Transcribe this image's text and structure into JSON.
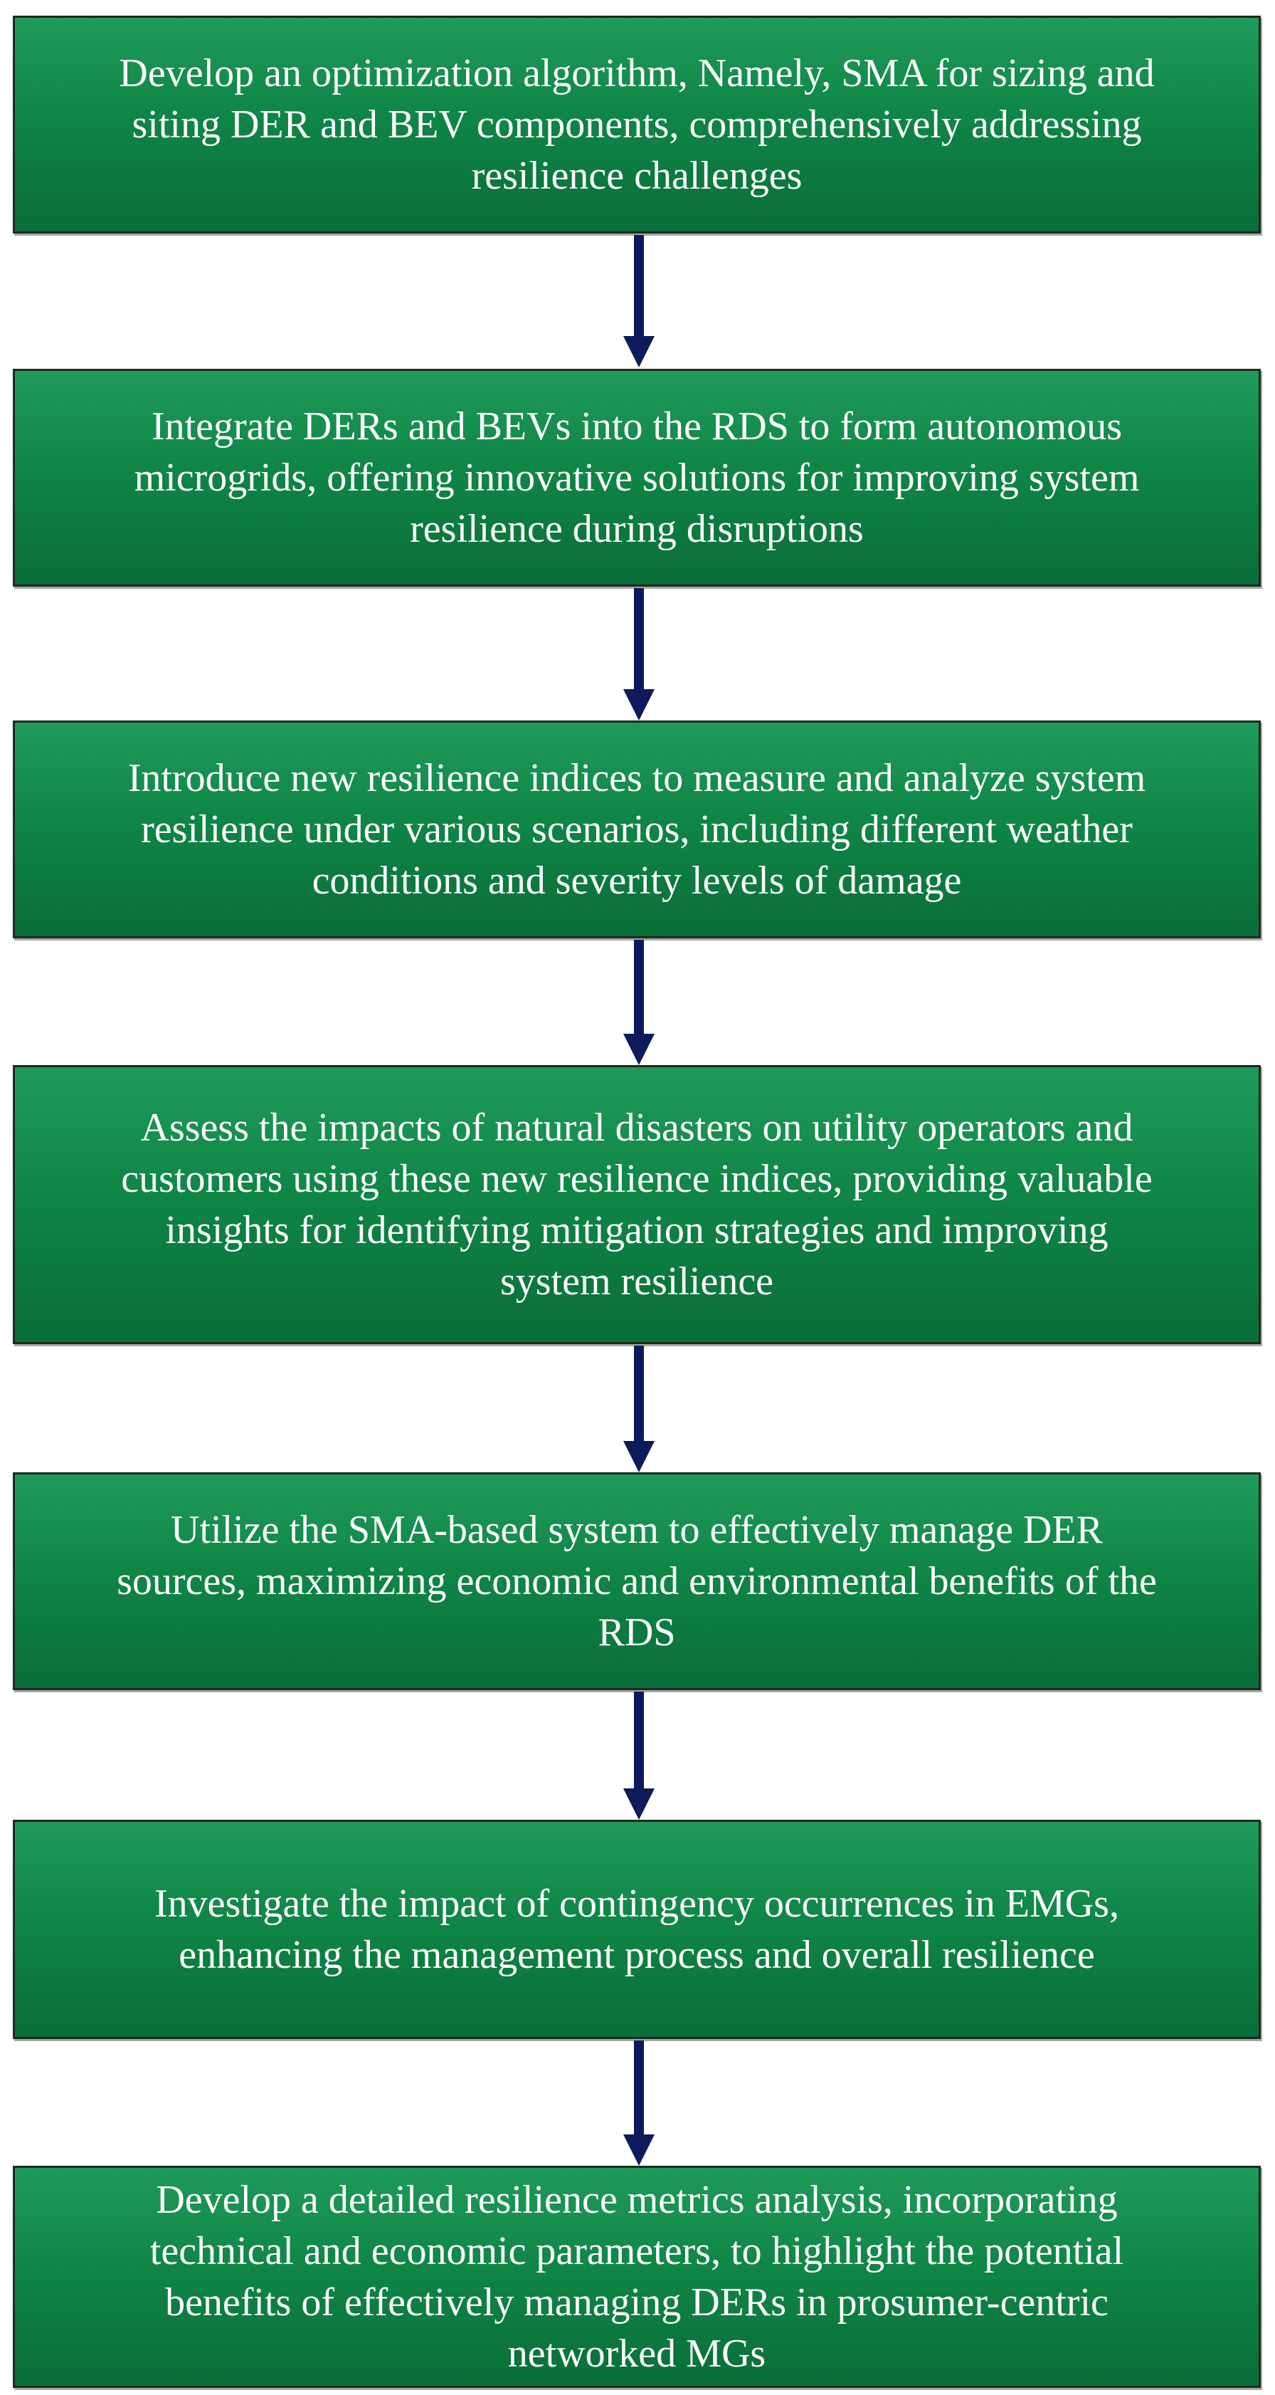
{
  "flowchart": {
    "steps": [
      "Develop an optimization algorithm, Namely, SMA for sizing and\nsiting DER and BEV components, comprehensively addressing\nresilience challenges",
      "Integrate DERs and BEVs into the RDS to form autonomous\nmicrogrids, offering innovative solutions for improving system\nresilience during disruptions",
      "Introduce new resilience indices  to measure and analyze system\nresilience under various scenarios, including different weather\nconditions and severity levels of damage",
      "Assess the impacts of natural disasters on utility operators and\ncustomers using these new resilience indices, providing valuable\ninsights for identifying mitigation strategies and improving\nsystem resilience",
      "Utilize the SMA-based system to effectively manage DER\nsources, maximizing economic and environmental benefits of the\nRDS",
      "Investigate the impact of contingency occurrences in EMGs,\nenhancing the management process and overall resilience",
      "Develop a detailed resilience metrics analysis, incorporating\ntechnical and economic parameters, to highlight the potential\nbenefits of effectively managing DERs in prosumer-centric\nnetworked MGs"
    ],
    "colors": {
      "box_fill": "#0f8646",
      "box_border": "#1d2a1f",
      "text": "#ffffff",
      "arrow": "#0d1a5c"
    }
  }
}
